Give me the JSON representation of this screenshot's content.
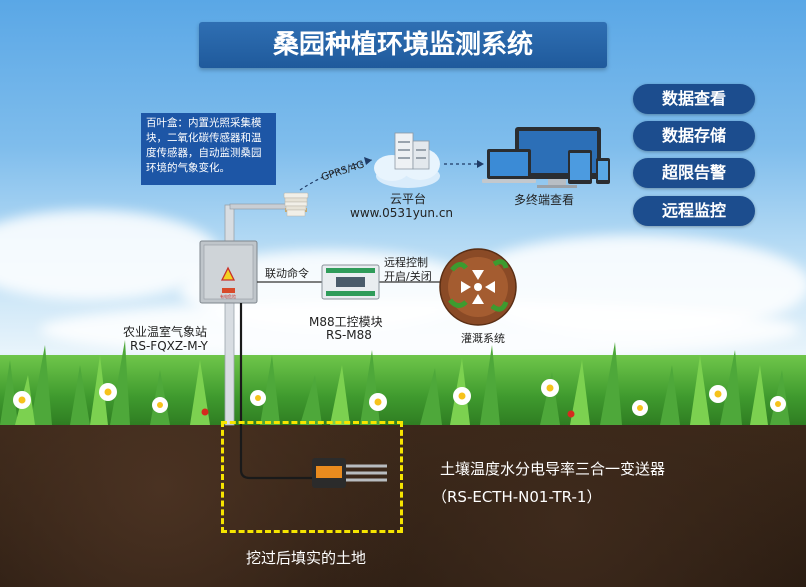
{
  "title": "桑园种植环境监测系统",
  "features": [
    "数据查看",
    "数据存储",
    "超限告警",
    "远程监控"
  ],
  "note": "百叶盒：内置光照采集模块，二氧化碳传感器和温度传感器，自动监测桑园环境的气象变化。",
  "gprs_label": "GPRS/4G",
  "cloud": {
    "name": "云平台",
    "url": "www.0531yun.cn"
  },
  "multi_terminal": "多终端查看",
  "link_command": "联动命令",
  "remote_control": {
    "line1": "远程控制",
    "line2": "开启/关闭"
  },
  "station": {
    "name": "农业温室气象站",
    "model": "RS-FQXZ-M-Y"
  },
  "module": {
    "name": "M88工控模块",
    "model": "RS-M88"
  },
  "irrigation": "灌溉系统",
  "sensor": {
    "name": "土壤温度水分电导率三合一变送器",
    "model": "（RS-ECTH-N01-TR-1）"
  },
  "soil_note": "挖过后填实的土地",
  "warning_text": "有电危险"
}
